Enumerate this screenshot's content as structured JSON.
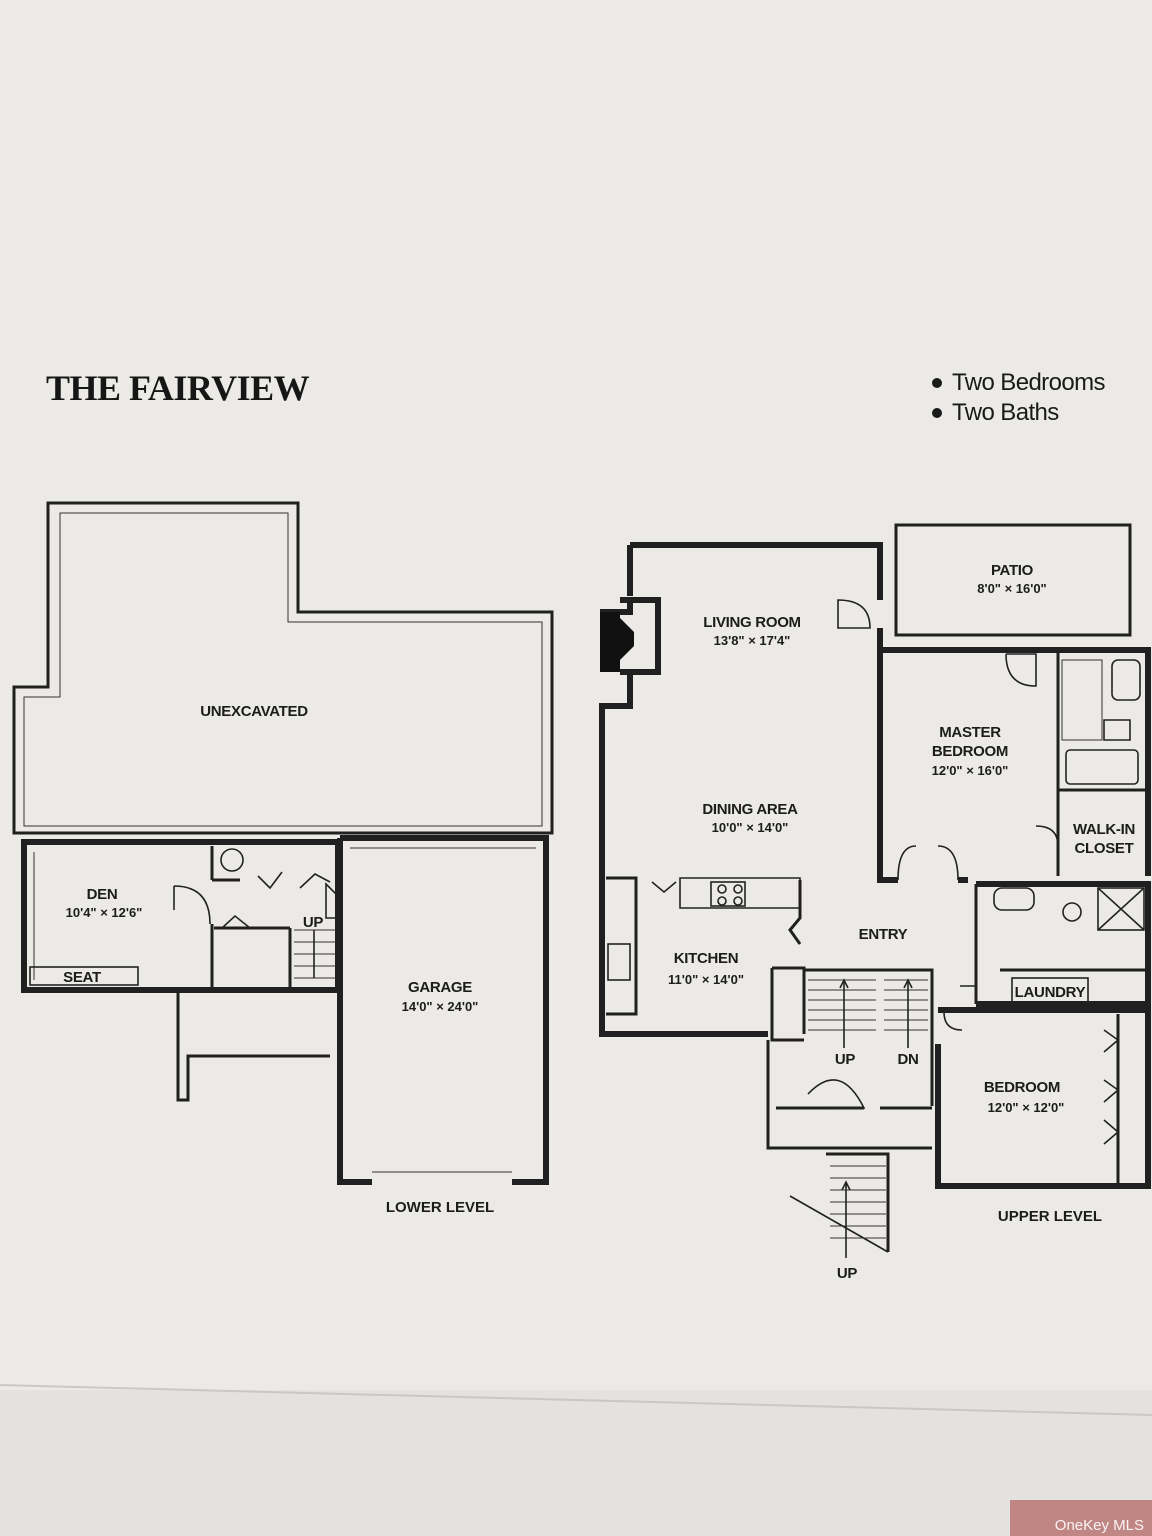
{
  "title": "THE FAIRVIEW",
  "features": [
    "Two Bedrooms",
    "Two Baths"
  ],
  "levels": {
    "lower": "LOWER LEVEL",
    "upper": "UPPER LEVEL"
  },
  "lower_rooms": {
    "unexcavated": {
      "name": "UNEXCAVATED"
    },
    "den": {
      "name": "DEN",
      "dims": "10'4\" × 12'6\""
    },
    "seat": {
      "name": "SEAT"
    },
    "garage": {
      "name": "GARAGE",
      "dims": "14'0\" × 24'0\""
    },
    "stair_up": "UP"
  },
  "upper_rooms": {
    "patio": {
      "name": "PATIO",
      "dims": "8'0\" × 16'0\""
    },
    "living": {
      "name": "LIVING ROOM",
      "dims": "13'8\" × 17'4\""
    },
    "master": {
      "name_line1": "MASTER",
      "name_line2": "BEDROOM",
      "dims": "12'0\" × 16'0\""
    },
    "dining": {
      "name": "DINING AREA",
      "dims": "10'0\" × 14'0\""
    },
    "walkin": {
      "name_line1": "WALK-IN",
      "name_line2": "CLOSET"
    },
    "entry": {
      "name": "ENTRY"
    },
    "kitchen": {
      "name": "KITCHEN",
      "dims": "11'0\" × 14'0\""
    },
    "laundry": {
      "name": "LAUNDRY"
    },
    "bedroom": {
      "name": "BEDROOM",
      "dims": "12'0\" × 12'0\""
    },
    "stair_up": "UP",
    "stair_dn": "DN",
    "stair_up_exterior": "UP"
  },
  "watermark": "OneKey MLS",
  "colors": {
    "paper": "#e9e8e4",
    "ink": "#202020",
    "frame": "#8a2a2a"
  }
}
